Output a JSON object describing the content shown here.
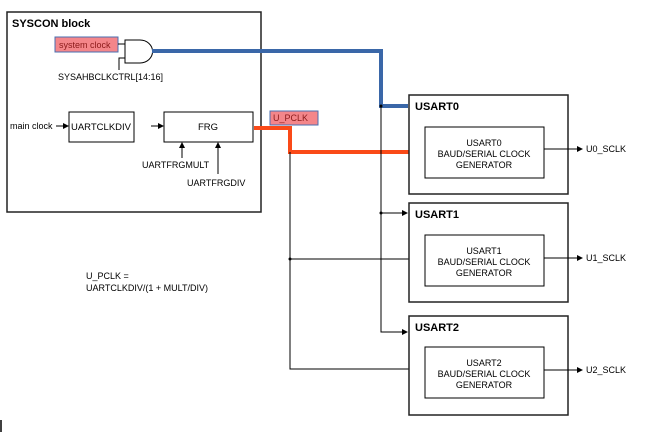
{
  "syscon": {
    "title": "SYSCON block",
    "system_clock": "system clock",
    "ahb_ctrl": "SYSAHBCLKCTRL[14:16]",
    "main_clock": "main clock",
    "uartclkdiv": "UARTCLKDIV",
    "frg": "FRG",
    "frgmult": "UARTFRGMULT",
    "frgdiv": "UARTFRGDIV"
  },
  "u_pclk_tag": "U_PCLK",
  "formula": {
    "line1": "U_PCLK =",
    "line2": "UARTCLKDIV/(1 + MULT/DIV)"
  },
  "usarts": [
    {
      "title": "USART0",
      "gen_line1": "USART0",
      "gen_line2": "BAUD/SERIAL CLOCK",
      "gen_line3": "GENERATOR",
      "output": "U0_SCLK"
    },
    {
      "title": "USART1",
      "gen_line1": "USART1",
      "gen_line2": "BAUD/SERIAL CLOCK",
      "gen_line3": "GENERATOR",
      "output": "U1_SCLK"
    },
    {
      "title": "USART2",
      "gen_line1": "USART2",
      "gen_line2": "BAUD/SERIAL CLOCK",
      "gen_line3": "GENERATOR",
      "output": "U2_SCLK"
    }
  ],
  "colors": {
    "system_clock_bus": "#3a67a8",
    "u_pclk_bus": "#fa4a18",
    "tag_fill": "#f4868a"
  }
}
